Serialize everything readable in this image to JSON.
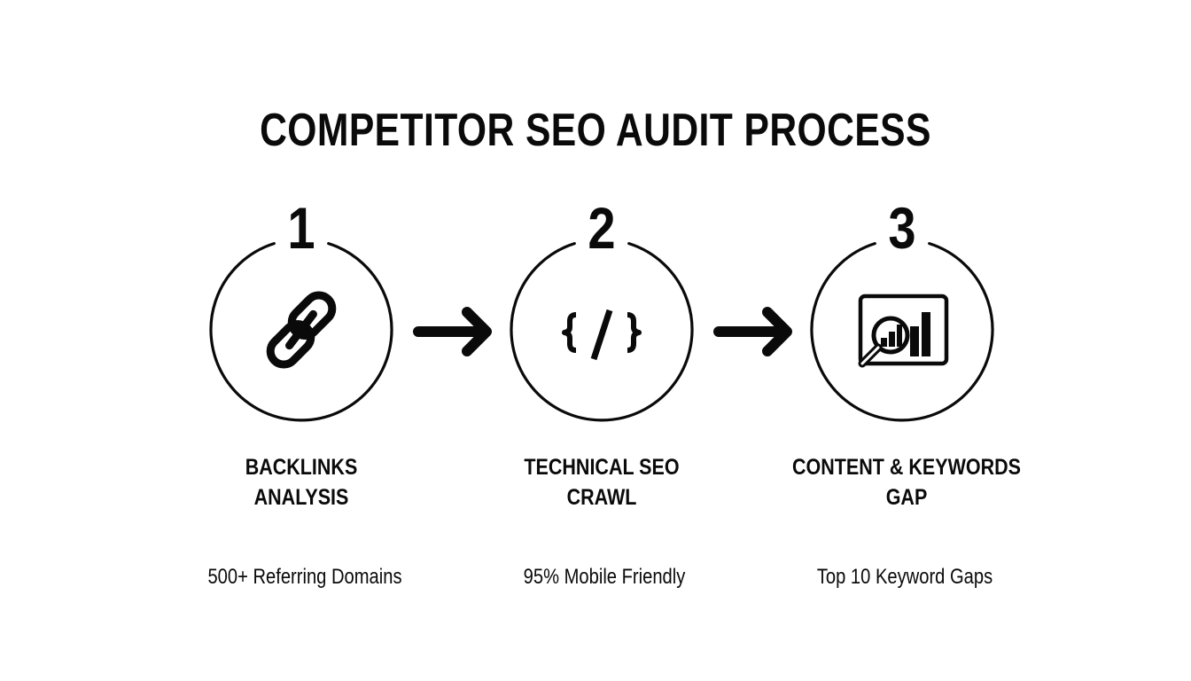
{
  "title": "COMPETITOR SEO AUDIT PROCESS",
  "colors": {
    "background": "#ffffff",
    "foreground": "#0a0a0a"
  },
  "steps": [
    {
      "number": "1",
      "icon": "link-chain-icon",
      "label_line1": "BACKLINKS",
      "label_line2": "ANALYSIS",
      "metric": "500+ Referring Domains"
    },
    {
      "number": "2",
      "icon": "code-brackets-icon",
      "icon_text": "{/}",
      "label_line1": "TECHNICAL SEO",
      "label_line2": "CRAWL",
      "metric": "95% Mobile Friendly"
    },
    {
      "number": "3",
      "icon": "magnifier-bar-chart-icon",
      "label_line1": "CONTENT & KEYWORDS",
      "label_line2": "GAP",
      "metric": "Top 10 Keyword Gaps"
    }
  ],
  "connectors": [
    {
      "icon": "arrow-right-icon",
      "from": "1",
      "to": "2"
    },
    {
      "icon": "arrow-right-icon",
      "from": "2",
      "to": "3"
    }
  ]
}
